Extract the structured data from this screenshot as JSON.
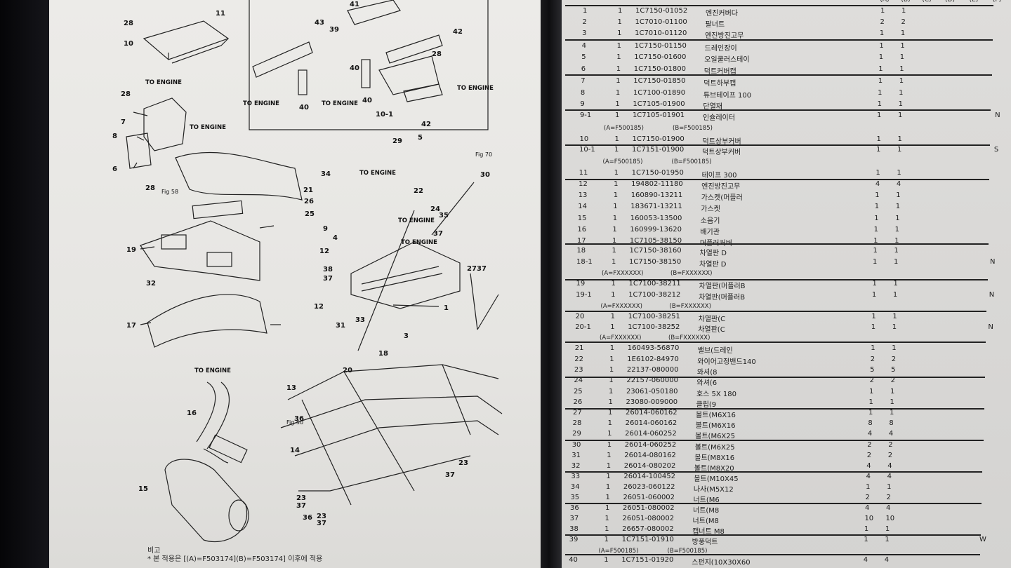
{
  "diagram": {
    "callouts": [
      "28",
      "11",
      "10",
      "41",
      "40",
      "43",
      "39",
      "42",
      "28",
      "TO ENGINE",
      "TO ENGINE",
      "TO ENGINE",
      "TO ENGINE",
      "28",
      "7",
      "TO ENGINE",
      "8",
      "6",
      "28",
      "Fig 58",
      "9",
      "19",
      "32",
      "17",
      "31",
      "TO ENGINE",
      "13",
      "16",
      "36",
      "14",
      "15",
      "36",
      "29",
      "5",
      "Fig 70",
      "34",
      "TO ENGINE",
      "30",
      "21",
      "26",
      "22",
      "24",
      "35",
      "25",
      "TO ENGINE",
      "4",
      "TO ENGINE",
      "37",
      "12",
      "37",
      "38",
      "37",
      "1",
      "12",
      "27",
      "33",
      "3",
      "18",
      "20",
      "Fig 50",
      "23",
      "37",
      "23",
      "37",
      "23",
      "37",
      "40",
      "40",
      "10-1",
      "42"
    ],
    "notes": [
      "비고",
      "* 본 적용은 [(A)=F503174](B)=F503174] 이후에 적용"
    ]
  },
  "table": {
    "header": [
      "(A)",
      "(B)",
      "(C)",
      "(D)",
      "(E)",
      "(F)"
    ],
    "rows": [
      {
        "no": "1",
        "qty": "1",
        "part": "1C7150-01052",
        "name": "엔진커버다",
        "a": "1",
        "b": "1",
        "f": ""
      },
      {
        "no": "2",
        "qty": "1",
        "part": "1C7010-01100",
        "name": "팔너트",
        "a": "2",
        "b": "2",
        "f": ""
      },
      {
        "no": "3",
        "qty": "1",
        "part": "1C7010-01120",
        "name": "엔진방진고무",
        "a": "1",
        "b": "1",
        "f": ""
      },
      {
        "no": "4",
        "qty": "1",
        "part": "1C7150-01150",
        "name": "드레인장이",
        "a": "1",
        "b": "1",
        "f": ""
      },
      {
        "no": "5",
        "qty": "1",
        "part": "1C7150-01600",
        "name": "오일쿨러스테이",
        "a": "1",
        "b": "1",
        "f": ""
      },
      {
        "no": "6",
        "qty": "1",
        "part": "1C7150-01800",
        "name": "덕트커버캡",
        "a": "1",
        "b": "1",
        "f": ""
      },
      {
        "no": "7",
        "qty": "1",
        "part": "1C7150-01850",
        "name": "덕트하부캡",
        "a": "1",
        "b": "1",
        "f": ""
      },
      {
        "no": "8",
        "qty": "1",
        "part": "1C7100-01890",
        "name": "튜브테이프 100",
        "a": "1",
        "b": "1",
        "f": ""
      },
      {
        "no": "9",
        "qty": "1",
        "part": "1C7105-01900",
        "name": "단열재",
        "a": "1",
        "b": "1",
        "f": ""
      },
      {
        "no": "9-1",
        "qty": "1",
        "part": "1C7105-01901",
        "name": "인슐레이터",
        "a": "1",
        "b": "1",
        "f": "N"
      },
      {
        "no": "10",
        "qty": "1",
        "part": "1C7150-01900",
        "name": "덕트상부커버",
        "a": "1",
        "b": "1",
        "f": ""
      },
      {
        "no": "10-1",
        "qty": "1",
        "part": "1C7151-01900",
        "name": "덕트상부커버",
        "a": "1",
        "b": "1",
        "f": "S"
      },
      {
        "no": "11",
        "qty": "1",
        "part": "1C7150-01950",
        "name": "테이프 300",
        "a": "1",
        "b": "1",
        "f": ""
      },
      {
        "no": "12",
        "qty": "1",
        "part": "194802-11180",
        "name": "엔진방진고무",
        "a": "4",
        "b": "4",
        "f": ""
      },
      {
        "no": "13",
        "qty": "1",
        "part": "160890-13211",
        "name": "가스켓(머플러",
        "a": "1",
        "b": "1",
        "f": ""
      },
      {
        "no": "14",
        "qty": "1",
        "part": "183671-13211",
        "name": "가스켓",
        "a": "1",
        "b": "1",
        "f": ""
      },
      {
        "no": "15",
        "qty": "1",
        "part": "160053-13500",
        "name": "소음기",
        "a": "1",
        "b": "1",
        "f": ""
      },
      {
        "no": "16",
        "qty": "1",
        "part": "160999-13620",
        "name": "배기관",
        "a": "1",
        "b": "1",
        "f": ""
      },
      {
        "no": "17",
        "qty": "1",
        "part": "1C7105-38150",
        "name": "머플러커버",
        "a": "1",
        "b": "1",
        "f": ""
      },
      {
        "no": "18",
        "qty": "1",
        "part": "1C7150-38160",
        "name": "차열판 D",
        "a": "1",
        "b": "1",
        "f": ""
      },
      {
        "no": "18-1",
        "qty": "1",
        "part": "1C7150-38150",
        "name": "차열판 D",
        "a": "1",
        "b": "1",
        "f": "N"
      },
      {
        "no": "19",
        "qty": "1",
        "part": "1C7100-38211",
        "name": "차열판(머플러B",
        "a": "1",
        "b": "1",
        "f": ""
      },
      {
        "no": "19-1",
        "qty": "1",
        "part": "1C7100-38212",
        "name": "차열판(머플러B",
        "a": "1",
        "b": "1",
        "f": "N"
      },
      {
        "no": "20",
        "qty": "1",
        "part": "1C7100-38251",
        "name": "차열판(C",
        "a": "1",
        "b": "1",
        "f": ""
      },
      {
        "no": "20-1",
        "qty": "1",
        "part": "1C7100-38252",
        "name": "차열판(C",
        "a": "1",
        "b": "1",
        "f": "N"
      },
      {
        "no": "21",
        "qty": "1",
        "part": "160493-56870",
        "name": "밸브(드레인",
        "a": "1",
        "b": "1",
        "f": ""
      },
      {
        "no": "22",
        "qty": "1",
        "part": "1E6102-84970",
        "name": "와이어고정밴드140",
        "a": "2",
        "b": "2",
        "f": ""
      },
      {
        "no": "23",
        "qty": "1",
        "part": "22137-080000",
        "name": "와셔(8",
        "a": "5",
        "b": "5",
        "f": ""
      },
      {
        "no": "24",
        "qty": "1",
        "part": "22157-060000",
        "name": "와셔(6",
        "a": "2",
        "b": "2",
        "f": ""
      },
      {
        "no": "25",
        "qty": "1",
        "part": "23061-050180",
        "name": "호스 5X 180",
        "a": "1",
        "b": "1",
        "f": ""
      },
      {
        "no": "26",
        "qty": "1",
        "part": "23080-009000",
        "name": "클립(9",
        "a": "1",
        "b": "1",
        "f": ""
      },
      {
        "no": "27",
        "qty": "1",
        "part": "26014-060162",
        "name": "볼트(M6X16",
        "a": "1",
        "b": "1",
        "f": ""
      },
      {
        "no": "28",
        "qty": "1",
        "part": "26014-060162",
        "name": "볼트(M6X16",
        "a": "8",
        "b": "8",
        "f": ""
      },
      {
        "no": "29",
        "qty": "1",
        "part": "26014-060252",
        "name": "볼트(M6X25",
        "a": "4",
        "b": "4",
        "f": ""
      },
      {
        "no": "30",
        "qty": "1",
        "part": "26014-060252",
        "name": "볼트(M6X25",
        "a": "2",
        "b": "2",
        "f": ""
      },
      {
        "no": "31",
        "qty": "1",
        "part": "26014-080162",
        "name": "볼트(M8X16",
        "a": "2",
        "b": "2",
        "f": ""
      },
      {
        "no": "32",
        "qty": "1",
        "part": "26014-080202",
        "name": "볼트(M8X20",
        "a": "4",
        "b": "4",
        "f": ""
      },
      {
        "no": "33",
        "qty": "1",
        "part": "26014-100452",
        "name": "볼트(M10X45",
        "a": "4",
        "b": "4",
        "f": ""
      },
      {
        "no": "34",
        "qty": "1",
        "part": "26023-060122",
        "name": "나사(M5X12",
        "a": "1",
        "b": "1",
        "f": ""
      },
      {
        "no": "35",
        "qty": "1",
        "part": "26051-060002",
        "name": "너트(M6",
        "a": "2",
        "b": "2",
        "f": ""
      },
      {
        "no": "36",
        "qty": "1",
        "part": "26051-080002",
        "name": "너트(M8",
        "a": "4",
        "b": "4",
        "f": ""
      },
      {
        "no": "37",
        "qty": "1",
        "part": "26051-080002",
        "name": "너트(M8",
        "a": "10",
        "b": "10",
        "f": ""
      },
      {
        "no": "38",
        "qty": "1",
        "part": "26657-080002",
        "name": "캡너트 M8",
        "a": "1",
        "b": "1",
        "f": ""
      },
      {
        "no": "39",
        "qty": "1",
        "part": "1C7151-01910",
        "name": "방풍덕트",
        "a": "1",
        "b": "1",
        "f": "W"
      },
      {
        "no": "40",
        "qty": "1",
        "part": "1C7151-01920",
        "name": "스펀지(10X30X60",
        "a": "4",
        "b": "4",
        "f": ""
      }
    ],
    "sub_notes": [
      {
        "a": "(A=F500185)",
        "b": "(B=F500185)"
      },
      {
        "a": "(A=F500185)",
        "b": "(B=F500185)"
      },
      {
        "a": "(A=FXXXXXX)",
        "b": "(B=FXXXXXX)"
      },
      {
        "a": "(A=FXXXXXX)",
        "b": "(B=FXXXXXX)"
      },
      {
        "a": "(A=FXXXXXX)",
        "b": "(B=FXXXXXX)"
      },
      {
        "a": "(A=F500185)",
        "b": "(B=F500185)"
      }
    ]
  }
}
